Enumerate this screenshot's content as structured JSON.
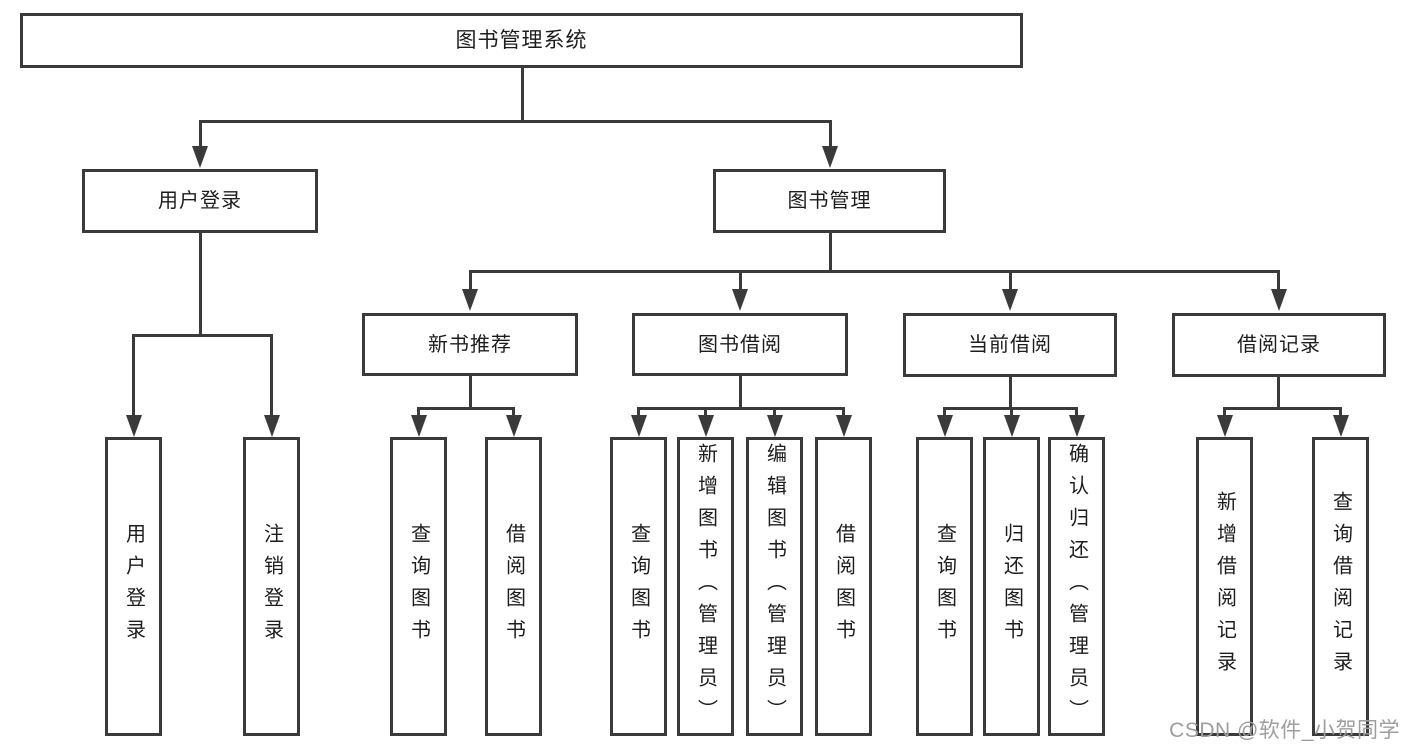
{
  "diagram": {
    "root": {
      "label": "图书管理系统"
    },
    "branches": [
      {
        "label": "用户登录",
        "children": [
          {
            "label": "用户登录"
          },
          {
            "label": "注销登录"
          }
        ]
      },
      {
        "label": "图书管理",
        "children": [
          {
            "label": "新书推荐",
            "children": [
              {
                "label": "查询图书"
              },
              {
                "label": "借阅图书"
              }
            ]
          },
          {
            "label": "图书借阅",
            "children": [
              {
                "label": "查询图书"
              },
              {
                "label": "新增图书（管理员）"
              },
              {
                "label": "编辑图书（管理员）"
              },
              {
                "label": "借阅图书"
              }
            ]
          },
          {
            "label": "当前借阅",
            "children": [
              {
                "label": "查询图书"
              },
              {
                "label": "归还图书"
              },
              {
                "label": "确认归还（管理员）"
              }
            ]
          },
          {
            "label": "借阅记录",
            "children": [
              {
                "label": "新增借阅记录"
              },
              {
                "label": "查询借阅记录"
              }
            ]
          }
        ]
      }
    ]
  },
  "watermark": {
    "text": "CSDN @软件_小贺同学"
  },
  "colors": {
    "line": "#3a3a3a",
    "text": "#1d1d1d",
    "watermark": "#9e9e9e",
    "background": "#ffffff"
  }
}
